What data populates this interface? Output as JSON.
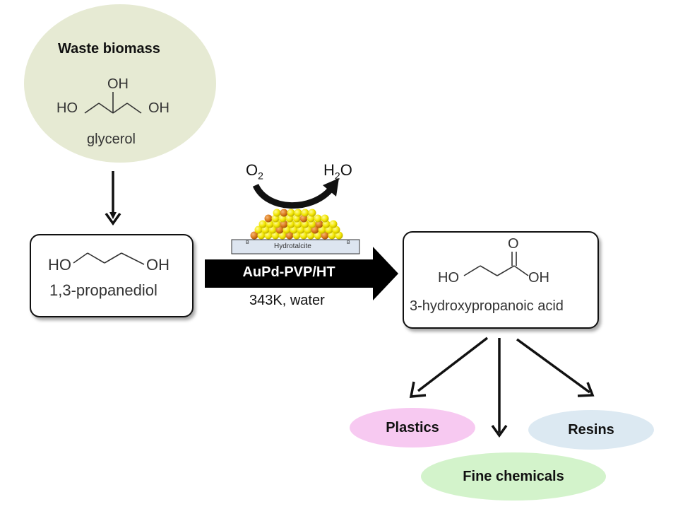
{
  "biomass": {
    "title": "Waste biomass",
    "oh_top": "OH",
    "ho_left": "HO",
    "oh_right": "OH",
    "name": "glycerol"
  },
  "propanediol": {
    "ho": "HO",
    "oh": "OH",
    "name": "1,3-propanediol"
  },
  "reaction": {
    "reactant_o": "O",
    "reactant_sub": "2",
    "product_h": "H",
    "product_sub": "2",
    "product_o": "O",
    "support_label": "Hydrotalcite",
    "support_mark_left": "B",
    "support_mark_right": "B",
    "catalyst": "AuPd-PVP/HT",
    "conditions": "343K, water"
  },
  "acid": {
    "o": "O",
    "ho": "HO",
    "oh": "OH",
    "name": "3-hydroxypropanoic acid"
  },
  "products": {
    "plastics": "Plastics",
    "resins": "Resins",
    "fine_chemicals": "Fine chemicals"
  },
  "colors": {
    "biomass_bg": "#e6ead3",
    "plastics_bg": "#f7c9f1",
    "resins_bg": "#dce9f2",
    "fine_chem_bg": "#d3f3cb",
    "nanoparticle_gold": "#f2e600",
    "nanoparticle_orange": "#d9791a",
    "support": "#dde5f0"
  }
}
